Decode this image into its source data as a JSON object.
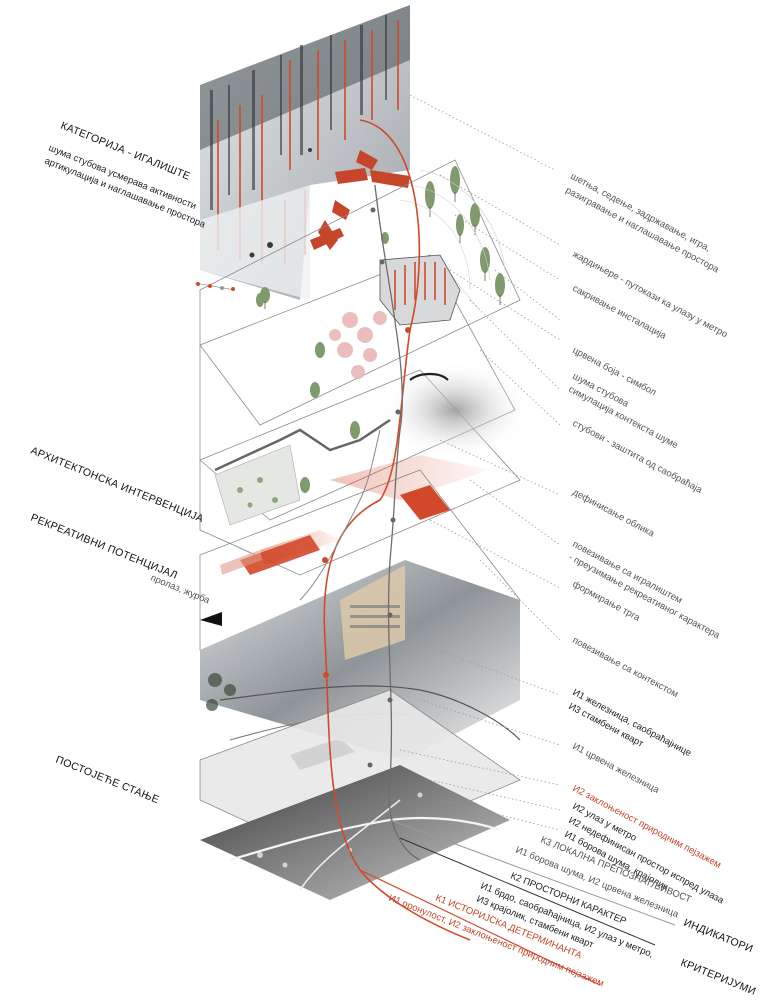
{
  "headings": {
    "category_title": "КАТЕГОРИЈА - ИГАЛИШТЕ",
    "category_desc_1": "шума стубова усмерава активности",
    "category_desc_2": "артикулација и наглашавање простора",
    "architectural": "АРХИТЕКТОНСКА ИНТЕРВЕНЦИЈА",
    "recreational": "РЕКРЕАТИВНИ ПОТЕНЦИЈАЛ",
    "recreational_note": "пролаз, журба",
    "existing": "ПОСТОЈЕЋЕ СТАЊЕ"
  },
  "right_labels": [
    "шетња, седење, задржавање, игра,",
    "разигравање и наглашавање простора",
    "жардињере - путокази ка улазу у метро",
    "сакривање инсталација",
    "црвена боја - симбол",
    "шума стубова",
    "симулација контекста шуме",
    "стубови - заштита од саобраћаја",
    "дефинисање облика",
    "повезивање са игралиштем",
    "- преузимање рекреативног карактера",
    "формирање трга",
    "повезивање са контекстом",
    "И1 железница, саобраћајнице",
    "И3 стамбени кварт",
    "И1 црвена железница",
    "И2 заклоњеност природним пејзажем",
    "И2 улаз у метро",
    "И2 недефинисан простор испред улаза",
    "И1 борова шума, крајолик"
  ],
  "criteria": [
    {
      "label": "К3  ЛОКАЛНА ПРЕПОЗНАТЉИВОСТ",
      "detail": "И1 борова шума, И2 црвена железница",
      "color": "#777777"
    },
    {
      "label": "К2  ПРОСТОРНИ КАРАКТЕР",
      "detail": "И1 брдо, саобраћајница, И2 улаз у метро,",
      "detail2": "И3 крајолик, стамбени кварт",
      "color": "#333333"
    },
    {
      "label": "К1  ИСТОРИЈСКА ДЕТЕРМИНАНТА",
      "detail": "И1 оронулост, И2 заклоњеност природним пејзажем",
      "color": "#c0452a"
    }
  ],
  "indicators_label": "ИНДИКАТОРИ",
  "criteria_label": "КРИТЕРИЈУМИ",
  "colors": {
    "accent": "#d2492a",
    "line": "#8a8a8a",
    "text": "#555555"
  }
}
